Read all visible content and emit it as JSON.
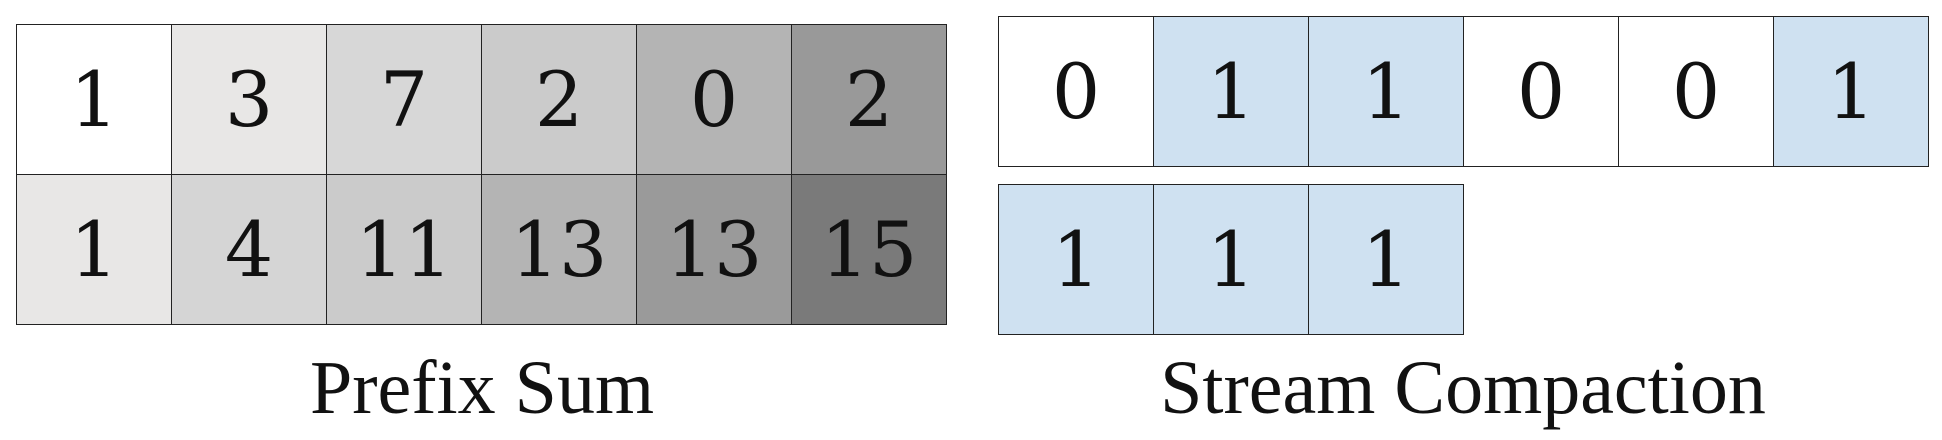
{
  "colors": {
    "selected_fill": "#cfe1f1",
    "empty_fill": "#ffffff"
  },
  "prefix_sum": {
    "caption": "Prefix Sum",
    "input": [
      {
        "value": "1",
        "fill": "#ffffff"
      },
      {
        "value": "3",
        "fill": "#e8e7e6"
      },
      {
        "value": "7",
        "fill": "#d7d7d7"
      },
      {
        "value": "2",
        "fill": "#cbcbcb"
      },
      {
        "value": "0",
        "fill": "#b4b4b4"
      },
      {
        "value": "2",
        "fill": "#999999"
      }
    ],
    "output": [
      {
        "value": "1",
        "fill": "#e8e7e6"
      },
      {
        "value": "4",
        "fill": "#d5d5d5"
      },
      {
        "value": "11",
        "fill": "#cbcbcb"
      },
      {
        "value": "13",
        "fill": "#b4b4b4"
      },
      {
        "value": "13",
        "fill": "#9a9a9a"
      },
      {
        "value": "15",
        "fill": "#7a7a7a"
      }
    ]
  },
  "stream_compaction": {
    "caption": "Stream Compaction",
    "input": [
      "0",
      "1",
      "1",
      "0",
      "0",
      "1"
    ],
    "output": [
      "1",
      "1",
      "1"
    ]
  }
}
